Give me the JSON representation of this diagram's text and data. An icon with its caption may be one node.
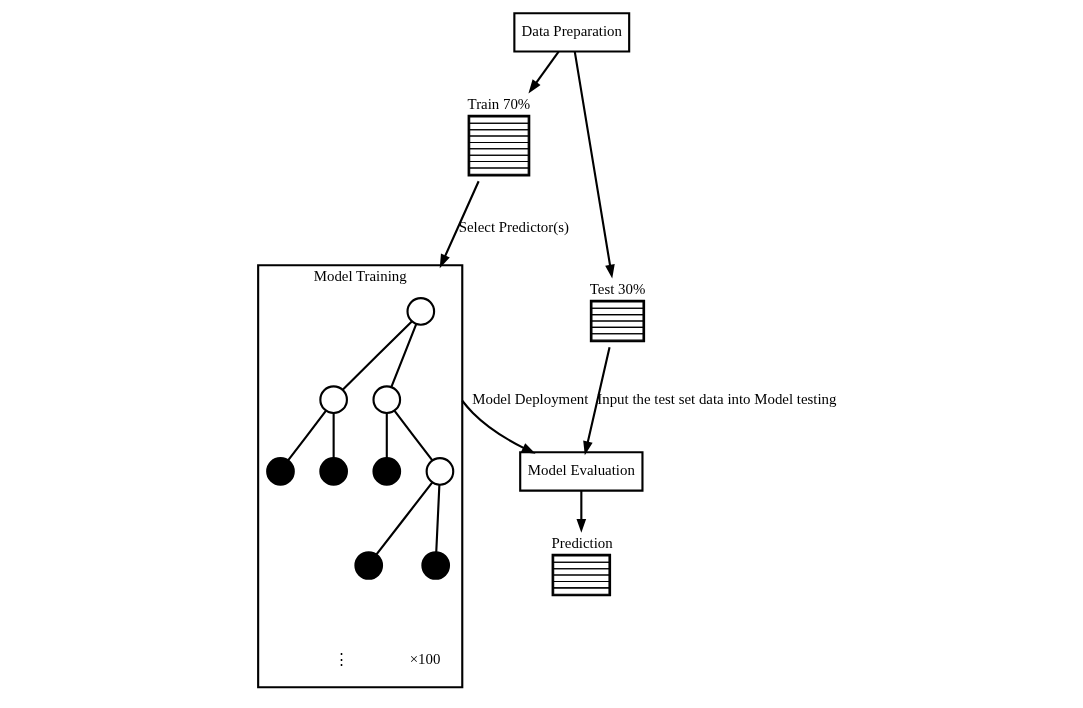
{
  "diagram": {
    "nodes": [
      {
        "text": [
          "Data Preparation"
        ]
      },
      {
        "text": [
          "Train 70%"
        ]
      },
      {
        "text": [
          "Test 30%"
        ]
      },
      {
        "text": [
          "Model Evaluation"
        ]
      },
      {
        "text": [
          "Prediction"
        ]
      },
      {
        "text": [
          "Model Training"
        ],
        "beside": [
          "×100"
        ]
      },
      {
        "text": [],
        "shape": "circle",
        "in": 5
      },
      {
        "text": [],
        "shape": "circle",
        "in": 5
      },
      {
        "text": [],
        "shape": "circle",
        "in": 5
      },
      {
        "text": [],
        "shape": "circle",
        "in": 5
      },
      {
        "text": [],
        "shape": "circle",
        "in": 5
      },
      {
        "text": [],
        "shape": "circle",
        "in": 5
      },
      {
        "text": [],
        "shape": "circle",
        "in": 5
      },
      {
        "text": [],
        "shape": "circle",
        "in": 5
      },
      {
        "text": [],
        "shape": "circle",
        "in": 5
      }
    ],
    "edges": [
      {
        "from": 0,
        "to": 1,
        "arrow": "to"
      },
      {
        "from": 0,
        "to": 2,
        "arrow": "to"
      },
      {
        "from": 2,
        "to": 3,
        "arrow": "to",
        "label": "Input the test set data into Model testing"
      },
      {
        "from": 1,
        "to": 5,
        "arrow": "to",
        "label": "Select Predictor(s)"
      },
      {
        "from": 5,
        "to": 3,
        "arrow": "to",
        "label": "Model Deployment"
      },
      {
        "from": 3,
        "to": 4,
        "arrow": "to"
      },
      {
        "from": 6,
        "to": 7,
        "arrow": "none"
      },
      {
        "from": 6,
        "to": 8,
        "arrow": "none"
      },
      {
        "from": 7,
        "to": 9,
        "arrow": "none"
      },
      {
        "from": 7,
        "to": 10,
        "arrow": "none"
      },
      {
        "from": 8,
        "to": 11,
        "arrow": "none"
      },
      {
        "from": 8,
        "to": 12,
        "arrow": "none"
      },
      {
        "from": 12,
        "to": 13,
        "arrow": "none"
      },
      {
        "from": 12,
        "to": 14,
        "arrow": "none"
      }
    ],
    "labels": [
      "⋮"
    ]
  }
}
